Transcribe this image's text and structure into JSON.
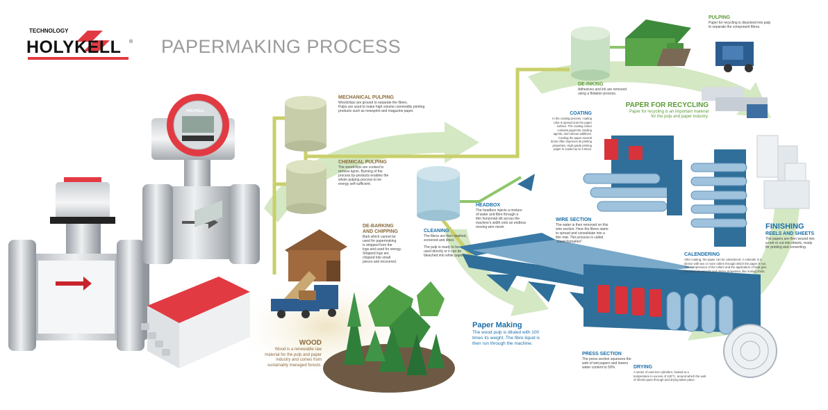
{
  "brand": {
    "tagline": "TECHNOLOGY",
    "name": "HOLYKELL",
    "reg": "®",
    "meter_label": "HOLYKELL"
  },
  "title": "PAPERMAKING PROCESS",
  "colors": {
    "accent_blue": "#1b6fa8",
    "green": "#5a9a35",
    "arrow_green": "#8cc26a",
    "wood_brown": "#8a6a3a",
    "meter_red": "#e23a42",
    "machine_blue": "#2f6f9a"
  },
  "steps": {
    "pulping": {
      "title": "PULPING",
      "text": [
        "Paper for recycling is dissolved into pulp",
        "to separate the component fibres."
      ]
    },
    "deinking": {
      "title": "DE-INKING",
      "text": [
        "Adhesives and ink are removed",
        "using a flotation process."
      ]
    },
    "recycling": {
      "title": "PAPER FOR RECYCLING",
      "text": [
        "Paper for recycling is an important material",
        "for the pulp and paper industry."
      ]
    },
    "mechanical": {
      "title": "MECHANICAL PULPING",
      "text": [
        "Woodchips are ground to separate the fibres.",
        "Pulps are used to make high volume commodity printing",
        "products such as newsprint and magazine paper."
      ]
    },
    "chemical": {
      "title": "CHEMICAL PULPING",
      "text": [
        "The woodchips are cooked to",
        "remove lignin. Burning of the",
        "process by-products enables the",
        "whole pulping process to be",
        "energy self-sufficient."
      ]
    },
    "coating": {
      "title": "COATING",
      "text": [
        "In the coating process, coating",
        "color is spread onto the paper",
        "surface. The coating colour",
        "contains pigments, binding",
        "agents, and various additives.",
        "Coating the paper several",
        "times often improves its printing",
        "properties. High-grade printing",
        "paper is coated up to 3 times."
      ]
    },
    "debarking": {
      "title": [
        "DE-BARKING",
        "AND CHIPPING"
      ],
      "text": [
        "Bark which cannot be",
        "used for papermaking",
        "is stripped from the",
        "logs and used for energy.",
        "Stripped logs are",
        "chipped into small",
        "pieces and recovered."
      ]
    },
    "cleaning": {
      "title": "CLEANING",
      "text": [
        "The fibres are then washed,",
        "screened and dried.",
        "",
        "The pulp is ready to be",
        "used directly or it can be",
        "bleached into white paper."
      ]
    },
    "headbox": {
      "title": "HEADBOX",
      "text": [
        "The headbox injects a mixture",
        "of water and fibre through a",
        "thin horizontal slit across the",
        "machine's width onto an endless",
        "moving wire mesh."
      ]
    },
    "wire": {
      "title": "WIRE SECTION",
      "text": [
        "The water is then removed on this",
        "wire section. Here the fibres starts",
        "to spread and consolidate into a",
        "thin mat. This process is called",
        "\"sheet formation\"."
      ]
    },
    "finishing": {
      "title": "FINISHING",
      "subtitle": "REELS AND SHEETS",
      "text": [
        "The papers are then wound into",
        "a reel or cut into sheets, ready",
        "for printing and converting."
      ]
    },
    "calendering": {
      "title": "CALENDERING",
      "text": [
        "After coating, the paper can be calendered. A calender is a",
        "device with two or more rollers through which the paper is run.",
        "The compression of the rollers and the application of heat give",
        "the paper its smooth and glossy properties, like ironing shirts."
      ]
    },
    "papermaking": {
      "title": "Paper Making",
      "text": [
        "The wood pulp is diluted with 100",
        "times its weight. The fibre liquid is",
        "then run through the machine."
      ]
    },
    "wood": {
      "title": "WOOD",
      "text": [
        "Wood is a renewable raw",
        "material for the pulp and paper",
        "industry  and comes from",
        "sustainably managed forests."
      ]
    },
    "press": {
      "title": "PRESS SECTION",
      "text": [
        "The press section squeezes the",
        "web of wet papers and lowers",
        "water content to 50%."
      ]
    },
    "drying": {
      "title": "DRYING",
      "text": [
        "A series of cast-iron cylinders, heated to a",
        "temperature in excess of 100°C, around which the web",
        "of sheets pass through and drying takes place."
      ]
    }
  }
}
